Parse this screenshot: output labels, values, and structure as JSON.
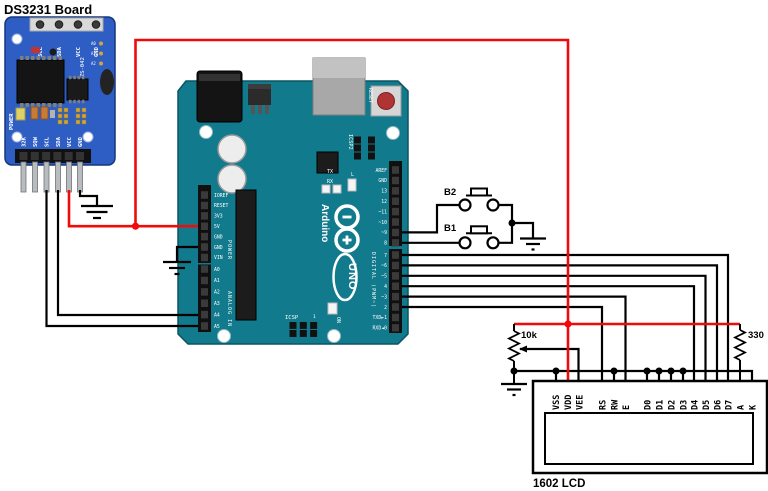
{
  "colors": {
    "wire_red": "#f10a0a",
    "wire_black": "#000000",
    "ds_board_blue": "#2e5ec4",
    "ds_board_border": "#17377e",
    "arduino_teal": "#117a8c",
    "arduino_border": "#0b5561",
    "lcd_bg": "#ffffff"
  },
  "ds3231": {
    "title": "DS3231 Board",
    "top_pins": [
      "SCL",
      "SDA",
      "VCC",
      "GND"
    ],
    "model": "ZS-042",
    "addr_pads": [
      "A0",
      "A1",
      "A2"
    ],
    "power_label": "POWER",
    "bottom_pins": [
      "32K",
      "SQW",
      "SCL",
      "SDA",
      "VCC",
      "GND"
    ]
  },
  "arduino": {
    "reset": "RESET",
    "icsp2": "ICSP2",
    "icsp": "ICSP",
    "pin1": "1",
    "on": "ON",
    "tx": "TX",
    "rx": "RX",
    "led_l": "L",
    "brand": "Arduino",
    "tm": "™",
    "model": "UNO",
    "digital_label": "DIGITAL (PWM~)",
    "power_label": "POWER",
    "analog_label": "ANALOG IN",
    "right_pins_top": [
      "AREF",
      "GND",
      "13",
      "12",
      "~11",
      "~10",
      "~9",
      "8"
    ],
    "right_pins_bottom": [
      "7",
      "~6",
      "~5",
      "4",
      "~3",
      "2",
      "TXD►1",
      "RXD◄0"
    ],
    "left_power_pins": [
      "IOREF",
      "RESET",
      "3V3",
      "5V",
      "GND",
      "GND",
      "VIN"
    ],
    "analog_pins": [
      "A0",
      "A1",
      "A2",
      "A3",
      "A4",
      "A5"
    ]
  },
  "buttons": {
    "b2": "B2",
    "b1": "B1"
  },
  "pot": {
    "value": "10k"
  },
  "resistor": {
    "value": "330"
  },
  "lcd": {
    "title": "1602 LCD",
    "pins": [
      "VSS",
      "VDD",
      "VEE",
      "RS",
      "RW",
      "E",
      "D0",
      "D1",
      "D2",
      "D3",
      "D4",
      "D5",
      "D6",
      "D7",
      "A",
      "K"
    ]
  }
}
